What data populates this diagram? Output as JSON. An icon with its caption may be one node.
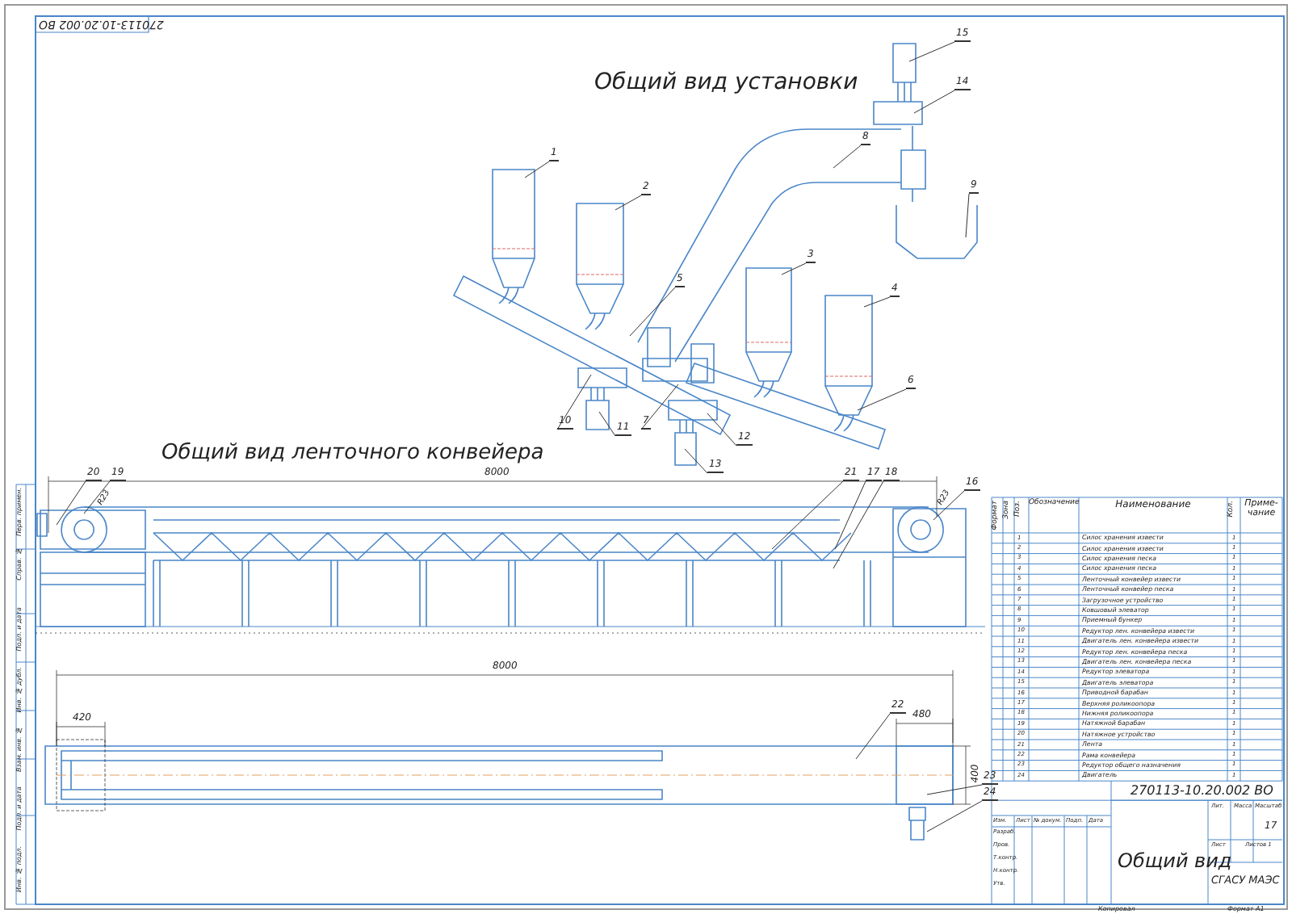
{
  "diagram": {
    "nodes": [
      {
        "text": [
          "1"
        ]
      },
      {
        "text": [
          "2"
        ]
      },
      {
        "text": [
          "3"
        ]
      },
      {
        "text": [
          "4"
        ]
      },
      {
        "text": [
          "5"
        ]
      },
      {
        "text": [
          "6"
        ]
      },
      {
        "text": [
          "7"
        ]
      },
      {
        "text": [
          "8"
        ]
      },
      {
        "text": [
          "9"
        ]
      },
      {
        "text": [
          "10"
        ]
      },
      {
        "text": [
          "11"
        ]
      },
      {
        "text": [
          "12"
        ]
      },
      {
        "text": [
          "13"
        ]
      },
      {
        "text": [
          "14"
        ]
      },
      {
        "text": [
          "15"
        ]
      },
      {
        "text": [
          "16"
        ]
      },
      {
        "text": [
          "17"
        ]
      },
      {
        "text": [
          "18"
        ]
      },
      {
        "text": [
          "19"
        ]
      },
      {
        "text": [
          "20"
        ]
      },
      {
        "text": [
          "21"
        ]
      },
      {
        "text": [
          "22"
        ]
      },
      {
        "text": [
          "23"
        ]
      },
      {
        "text": [
          "24"
        ]
      }
    ],
    "edges": [
      {
        "from": 0,
        "to": null,
        "arrow": "none"
      },
      {
        "from": 1,
        "to": null,
        "arrow": "none"
      },
      {
        "from": 2,
        "to": null,
        "arrow": "none"
      },
      {
        "from": 3,
        "to": null,
        "arrow": "none"
      },
      {
        "from": 4,
        "to": null,
        "arrow": "none"
      },
      {
        "from": 5,
        "to": null,
        "arrow": "none"
      },
      {
        "from": 6,
        "to": null,
        "arrow": "none"
      },
      {
        "from": 7,
        "to": null,
        "arrow": "none"
      },
      {
        "from": 8,
        "to": null,
        "arrow": "none"
      },
      {
        "from": 9,
        "to": null,
        "arrow": "none"
      },
      {
        "from": 10,
        "to": null,
        "arrow": "none"
      },
      {
        "from": 11,
        "to": null,
        "arrow": "none"
      },
      {
        "from": 12,
        "to": null,
        "arrow": "none"
      },
      {
        "from": 13,
        "to": null,
        "arrow": "none"
      },
      {
        "from": 14,
        "to": null,
        "arrow": "none"
      },
      {
        "from": 15,
        "to": null,
        "arrow": "none"
      },
      {
        "from": 16,
        "to": null,
        "arrow": "none"
      },
      {
        "from": 17,
        "to": null,
        "arrow": "none"
      },
      {
        "from": 18,
        "to": null,
        "arrow": "none"
      },
      {
        "from": 19,
        "to": null,
        "arrow": "none"
      },
      {
        "from": 20,
        "to": null,
        "arrow": "none"
      },
      {
        "from": 21,
        "to": null,
        "arrow": "none"
      },
      {
        "from": 22,
        "to": null,
        "arrow": "none"
      },
      {
        "from": 23,
        "to": null,
        "arrow": "none"
      }
    ],
    "labels": [
      "270113-10.20.002 ВО",
      "Общий вид установки",
      "Общий вид ленточного конвейера",
      "8000",
      "R23",
      "R23",
      "8000",
      "420",
      "480",
      "400",
      "Перв. примен.",
      "Справ. №",
      "Подп. и дата",
      "Инв. № дубл.",
      "Взам. инв. №",
      "Подп. и дата",
      "Инв. № подл.",
      "Формат",
      "Зона",
      "Поз.",
      "Обозначение",
      "Наименование",
      "Кол.",
      "Приме-чание",
      "1",
      "Силос хранения извести",
      "1",
      "2",
      "Силос хранения извести",
      "1",
      "3",
      "Силос хранения песка",
      "1",
      "4",
      "Силос хранения песка",
      "1",
      "5",
      "Ленточный конвейер извести",
      "1",
      "6",
      "Ленточный конвейер песка",
      "1",
      "7",
      "Загрузочное устройство",
      "1",
      "8",
      "Ковшовый элеватор",
      "1",
      "9",
      "Приемный бункер",
      "1",
      "10",
      "Редуктор лен. конвейера извести",
      "1",
      "11",
      "Двигатель лен. конвейера извести",
      "1",
      "12",
      "Редуктор лен. конвейера песка",
      "1",
      "13",
      "Двигатель лен. конвейера песка",
      "1",
      "14",
      "Редуктор элеватора",
      "1",
      "15",
      "Двигатель элеватора",
      "1",
      "16",
      "Приводной барабан",
      "1",
      "17",
      "Верхняя роликоопора",
      "1",
      "18",
      "Нижняя роликоопора",
      "1",
      "19",
      "Натяжной барабан",
      "1",
      "20",
      "Натяжное устройство",
      "1",
      "21",
      "Лента",
      "1",
      "22",
      "Рама конвейера",
      "1",
      "23",
      "Редуктор общего назначения",
      "1",
      "24",
      "Двигатель",
      "1",
      "270113-10.20.002 ВО",
      "Изм.",
      "Лист",
      "№ докум.",
      "Подп.",
      "Дата",
      "Разраб.",
      "Пров.",
      "Т.контр.",
      "Н.контр.",
      "Утв.",
      "Общий вид",
      "Лит.",
      "Масса",
      "Масштаб",
      "17",
      "Лист",
      "Листов 1",
      "СГАСУ МАЭС",
      "Копировал",
      "Формат А1"
    ]
  }
}
